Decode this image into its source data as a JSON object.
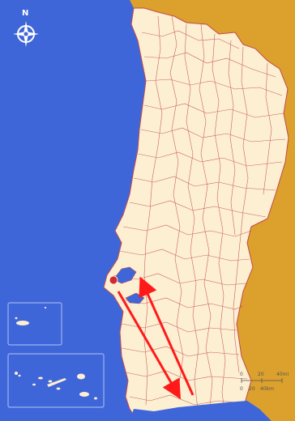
{
  "compass": {
    "north_label": "N",
    "icon": "compass-rose-icon"
  },
  "scale_bar": {
    "ticks_top": [
      "0",
      "20",
      "40mi"
    ],
    "ticks_bottom": [
      "0",
      "20",
      "40km"
    ]
  },
  "colors": {
    "ocean": "#3f66d9",
    "neighbor_country": "#dca02c",
    "land": "#fdefd2",
    "borders": "#c24a4a",
    "arrows": "#ff1a1a",
    "marker": "#d22a2a",
    "inset_border": "#9bb3ef"
  },
  "insets": [
    {
      "name": "madeira-inset-box",
      "icon": "island-group-icon"
    },
    {
      "name": "azores-inset-box",
      "icon": "island-group-icon"
    }
  ],
  "annotations": {
    "arrows": 2,
    "marker": "location-dot"
  }
}
